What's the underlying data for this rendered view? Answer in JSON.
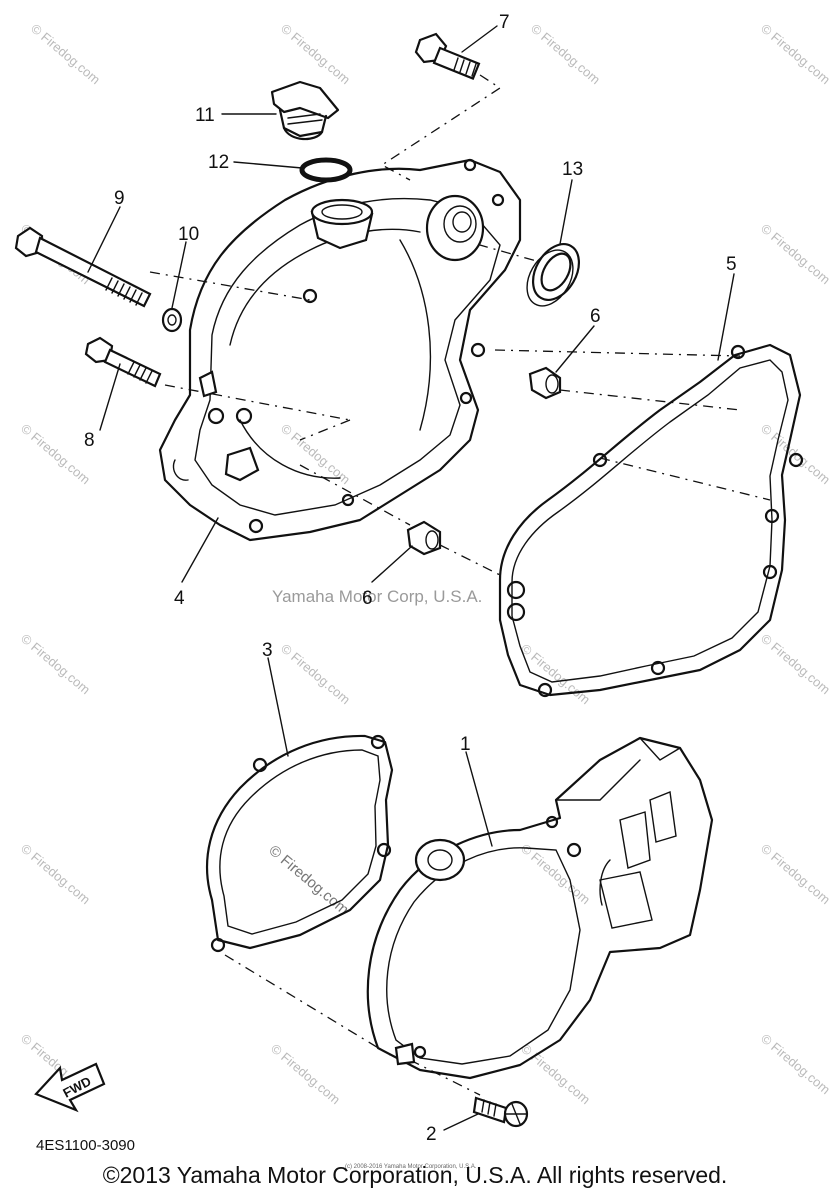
{
  "callouts": {
    "p1": "1",
    "p2": "2",
    "p3": "3",
    "p4": "4",
    "p5": "5",
    "p6a": "6",
    "p6b": "6",
    "p7": "7",
    "p8": "8",
    "p9": "9",
    "p10": "10",
    "p11": "11",
    "p12": "12",
    "p13": "13"
  },
  "watermark": {
    "repeat": "© Firedog.com",
    "center": "Yamaha Motor Corp, U.S.A.",
    "middle": "© Firedog.com"
  },
  "fwd_label": "FWD",
  "diagram_code": "4ES1100-3090",
  "tiny_note": "(c) 2008-2016 Yamaha Motor Corporation, U.S.A.",
  "copyright": "©2013 Yamaha Motor Corporation, U.S.A. All rights reserved."
}
